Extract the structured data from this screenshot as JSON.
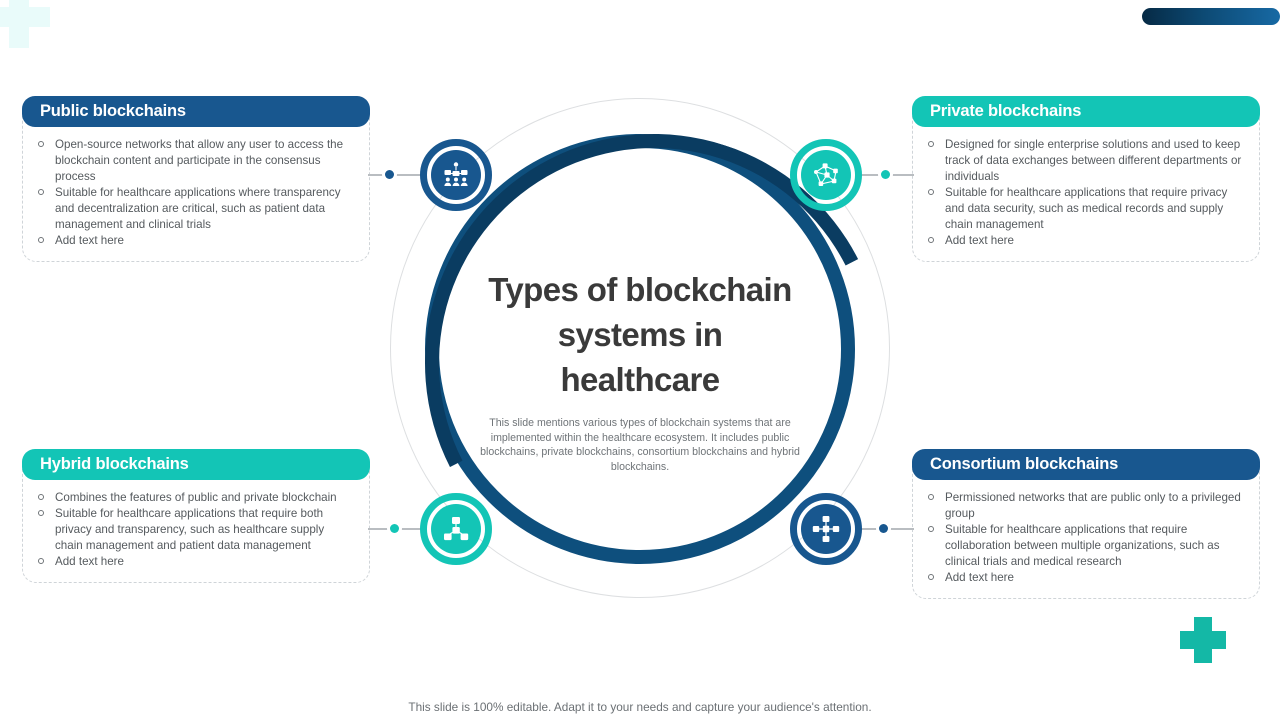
{
  "slide": {
    "center": {
      "title": "Types of blockchain systems in healthcare",
      "subtitle": "This slide mentions various types of blockchain systems that are implemented within the healthcare ecosystem. It includes public blockchains, private blockchains, consortium blockchains and hybrid blockchains."
    },
    "footer": "This slide is 100% editable. Adapt it to your needs and capture your audience's attention.",
    "colors": {
      "blue": "#18578f",
      "dark_blue": "#0e4f7d",
      "teal": "#13c5b6",
      "body_text": "#555a5e",
      "title_text": "#3a3a3a"
    },
    "cards": [
      {
        "id": "public",
        "title": "Public blockchains",
        "accent": "#18578f",
        "icon": "people-network-icon",
        "bullets": [
          "Open-source networks that allow any user to access the blockchain content and participate in the consensus process",
          "Suitable for healthcare applications where transparency and decentralization are critical, such as patient data management and clinical trials",
          "Add text here"
        ]
      },
      {
        "id": "private",
        "title": "Private blockchains",
        "accent": "#13c5b6",
        "icon": "node-graph-icon",
        "bullets": [
          "Designed for single enterprise solutions and used to keep track of data exchanges between different departments or individuals",
          "Suitable for healthcare applications that require privacy and data security, such as medical records and supply chain management",
          "Add text here"
        ]
      },
      {
        "id": "hybrid",
        "title": "Hybrid blockchains",
        "accent": "#13c5b6",
        "icon": "three-node-cluster-icon",
        "bullets": [
          "Combines the features of public and private blockchain",
          "Suitable for healthcare applications that require both privacy and transparency, such as healthcare supply chain management and patient data management",
          "Add text here"
        ]
      },
      {
        "id": "consortium",
        "title": "Consortium blockchains",
        "accent": "#18578f",
        "icon": "cross-node-network-icon",
        "bullets": [
          "Permissioned networks that are public only to a privileged group",
          "Suitable for healthcare applications that require collaboration between multiple organizations, such as clinical trials and medical research",
          "Add text here"
        ]
      }
    ]
  }
}
